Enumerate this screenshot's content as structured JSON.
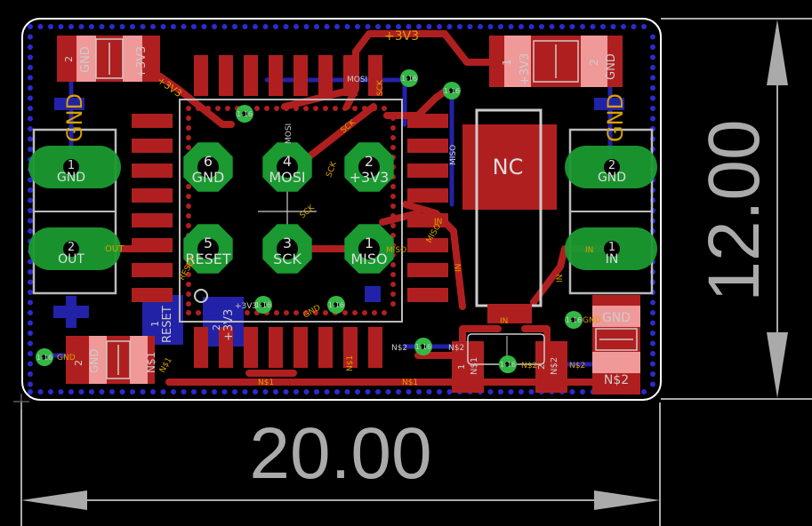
{
  "colors": {
    "background": "#000000",
    "board_fill": "#ffffff",
    "top_copper": "#b01f1f",
    "bottom_copper": "#2222a8",
    "via": "#33b845",
    "silkscreen": "#c0c0c0",
    "net_label": "#d8a000",
    "dimension": "#aaaaaa"
  },
  "dimensions": {
    "width_label": "20.00",
    "height_label": "12.00"
  },
  "programming_header": {
    "pins": [
      {
        "number": "6",
        "name": "GND"
      },
      {
        "number": "4",
        "name": "MOSI"
      },
      {
        "number": "2",
        "name": "+3V3"
      },
      {
        "number": "5",
        "name": "RESET"
      },
      {
        "number": "3",
        "name": "SCK"
      },
      {
        "number": "1",
        "name": "MISO"
      }
    ]
  },
  "left_connector": {
    "pins": [
      {
        "number": "1",
        "name": "GND"
      },
      {
        "number": "2",
        "name": "OUT"
      }
    ],
    "net_label": "GND"
  },
  "right_connector": {
    "pins": [
      {
        "number": "2",
        "name": "GND"
      },
      {
        "number": "1",
        "name": "IN"
      }
    ],
    "net_label": "GND"
  },
  "nc_component": {
    "label": "NC"
  },
  "capacitors": {
    "top_left": {
      "pin2": "2",
      "net2": "GND",
      "net1": "+3V3"
    },
    "top_right": {
      "pin1": "1",
      "net1": "+3V3",
      "pin2": "2",
      "net2": "GND"
    },
    "bottom_left": {
      "pin2": "2",
      "net2": "GND",
      "net1": "N$1"
    },
    "bottom_right": {
      "net_a": "GND",
      "net_b": "N$2"
    }
  },
  "small_pads": {
    "reset_pad": {
      "number": "1",
      "net": "RESET"
    },
    "v33_pad": {
      "number": "2",
      "net": "+3V3"
    },
    "n1_pad": {
      "number": "1",
      "net": "N$1"
    },
    "n2_pad": {
      "number": "2",
      "net": "N$2"
    }
  },
  "net_labels": {
    "v33_top": "+3V3",
    "v33_diag": "+3V3",
    "v33_small": "+3V3",
    "mosi": "MOSI",
    "mosi_vert": "MOSI",
    "sck": "SCK",
    "sck_diag": "SCK",
    "sck_vert": "SCK",
    "sck_vert2": "SCK",
    "miso": "MISO",
    "miso_vert": "MISO",
    "miso_diag": "MISO",
    "reset_diag": "RESET",
    "out": "OUT",
    "in_1": "IN",
    "in_2": "IN",
    "in_3": "IN",
    "in_4": "IN",
    "in_5": "IN",
    "gnd_small_a": "GND",
    "gnd_small_b": "GND",
    "gnd_small_c": "GND",
    "n1_a": "N$1",
    "n1_b": "N$1",
    "n1_c": "N$1",
    "n1_d": "N$1",
    "n2_a": "N$2",
    "n2_b": "N$2",
    "n2_c": "N$2",
    "n2_d": "N$2"
  },
  "via_labels": {
    "v1": "1-16",
    "v2": "1-16",
    "v3": "1-16",
    "v4": "1-16",
    "v5": "1-16",
    "v6": "1-16",
    "v7": "1-16",
    "v8": "1-16",
    "v9": "1-16",
    "v10": "1-16"
  }
}
